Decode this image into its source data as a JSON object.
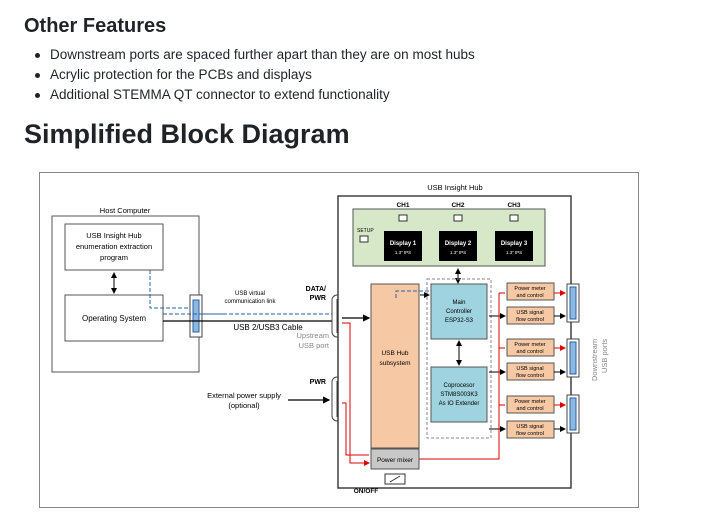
{
  "other_features": {
    "heading": "Other Features",
    "items": [
      "Downstream ports are spaced further apart than they are on most hubs",
      "Acrylic protection for the PCBs and displays",
      "Additional STEMMA QT connector to extend functionality"
    ]
  },
  "block_diagram": {
    "heading": "Simplified Block Diagram",
    "host_computer": {
      "title": "Host Computer",
      "enum_line1": "USB Insight Hub",
      "enum_line2": "enumeration extraction",
      "enum_line3": "program",
      "os": "Operating System"
    },
    "usb_virtual_line1": "USB virtual",
    "usb_virtual_line2": "communication link",
    "cable": "USB 2/USB3 Cable",
    "data_pwr_line1": "DATA/",
    "data_pwr_line2": "PWR",
    "upstream_line1": "Upstream",
    "upstream_line2": "USB port",
    "pwr": "PWR",
    "ext_power_line1": "External power supply",
    "ext_power_line2": "(optional)",
    "hub_title": "USB Insight Hub",
    "ch1": "CH1",
    "ch2": "CH2",
    "ch3": "CH3",
    "setup": "SETUP",
    "display1": "Display 1",
    "display2": "Display 2",
    "display3": "Display 3",
    "display_sub": "1.3\" IPS",
    "usb_hub_line1": "USB Hub",
    "usb_hub_line2": "subsystem",
    "main_line1": "Main",
    "main_line2": "Controller",
    "main_line3": "ESP32-S3",
    "co_line1": "Coprocesor",
    "co_line2": "STM8S003K3",
    "co_line3": "As IO Extender",
    "pm_line1": "Power meter",
    "pm_line2": "and control",
    "sf_line1": "USB signal",
    "sf_line2": "flow control",
    "power_mixer": "Power mixer",
    "onoff": "ON/OFF",
    "downstream_line1": "Downstream",
    "downstream_line2": "USB ports"
  }
}
